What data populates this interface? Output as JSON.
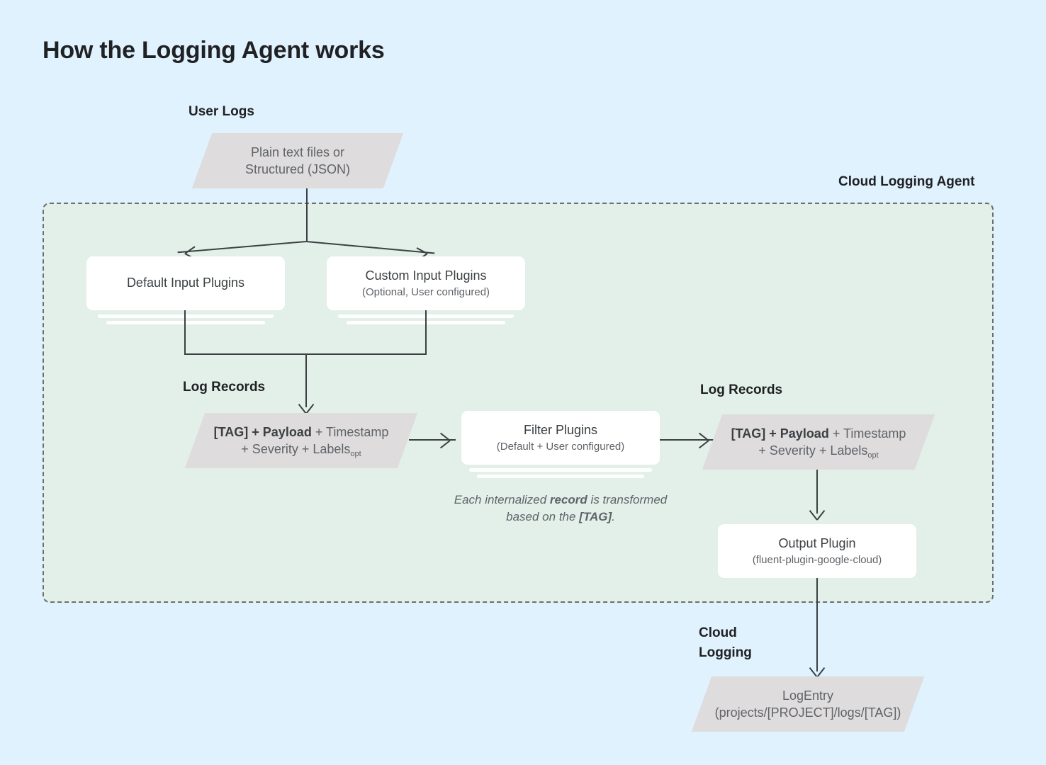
{
  "title": "How the Logging Agent works",
  "colors": {
    "background": "#E0F2FD",
    "agent_fill": "#E2F0E9",
    "agent_border": "#6b6f72",
    "shape_fill": "#DEDCDC",
    "card_fill": "#FFFFFF",
    "text_dark": "#202124",
    "text_muted": "#5f6368",
    "connector": "#3c4043"
  },
  "sections": {
    "user_logs_label": "User Logs",
    "agent_label": "Cloud Logging Agent",
    "log_records_left_label": "Log Records",
    "log_records_right_label": "Log Records",
    "cloud_logging_label": "Cloud\nLogging"
  },
  "nodes": {
    "user_logs_source": {
      "line1": "Plain text files or",
      "line2": "Structured (JSON)"
    },
    "default_input_plugins": {
      "title": "Default Input Plugins",
      "subtitle": ""
    },
    "custom_input_plugins": {
      "title": "Custom Input Plugins",
      "subtitle": "(Optional, User configured)"
    },
    "log_record_left": {
      "bold_part": "[TAG] + Payload",
      "rest_line1": " + Timestamp",
      "line2": "+ Severity + Labels",
      "subscript": "opt"
    },
    "filter_plugins": {
      "title": "Filter Plugins",
      "subtitle": "(Default + User configured)"
    },
    "log_record_right": {
      "bold_part": "[TAG] + Payload",
      "rest_line1": " + Timestamp",
      "line2": "+ Severity + Labels",
      "subscript": "opt"
    },
    "output_plugin": {
      "title": "Output Plugin",
      "subtitle": "(fluent-plugin-google-cloud)"
    },
    "log_entry": {
      "title": "LogEntry",
      "subtitle": "(projects/[PROJECT]/logs/[TAG])"
    }
  },
  "annotations": {
    "transform_note_part1": "Each internalized ",
    "transform_note_bold1": "record",
    "transform_note_part2": " is transformed based on the ",
    "transform_note_bold2": "[TAG]",
    "transform_note_part3": "."
  }
}
